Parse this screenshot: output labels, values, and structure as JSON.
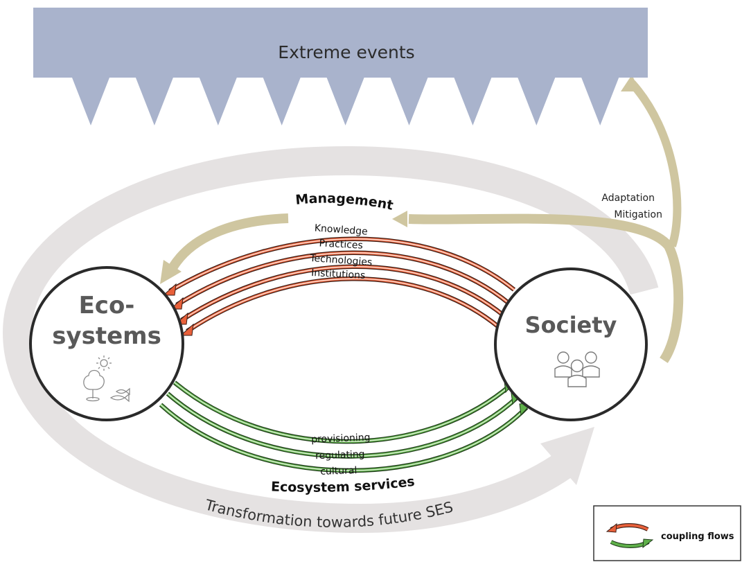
{
  "banner": {
    "label": "Extreme events"
  },
  "nodes": {
    "ecosystems": {
      "line1": "Eco-",
      "line2": "systems",
      "icons": [
        "sun-icon",
        "tree-icon",
        "fish-icon"
      ]
    },
    "society": {
      "label": "Society",
      "icons": [
        "people-icon"
      ]
    }
  },
  "management": {
    "label": "Management",
    "flows": [
      "Knowledge",
      "Practices",
      "Technologies",
      "Institutions"
    ]
  },
  "services": {
    "label": "Ecosystem services",
    "flows": [
      "provisioning",
      "regulating",
      "cultural"
    ]
  },
  "side_labels": {
    "adaptation": "Adaptation",
    "mitigation": "Mitigation"
  },
  "transformation": {
    "label": "Transformation towards future SES"
  },
  "legend": {
    "label": "coupling flows"
  },
  "colors": {
    "banner": "#a9b3cc",
    "transformation_loop": "#e5e2e2",
    "management_arrow": "#cfc6a0",
    "management_flow": "#e8603a",
    "service_flow": "#5fb04a",
    "node_border": "#2a2a2a"
  }
}
